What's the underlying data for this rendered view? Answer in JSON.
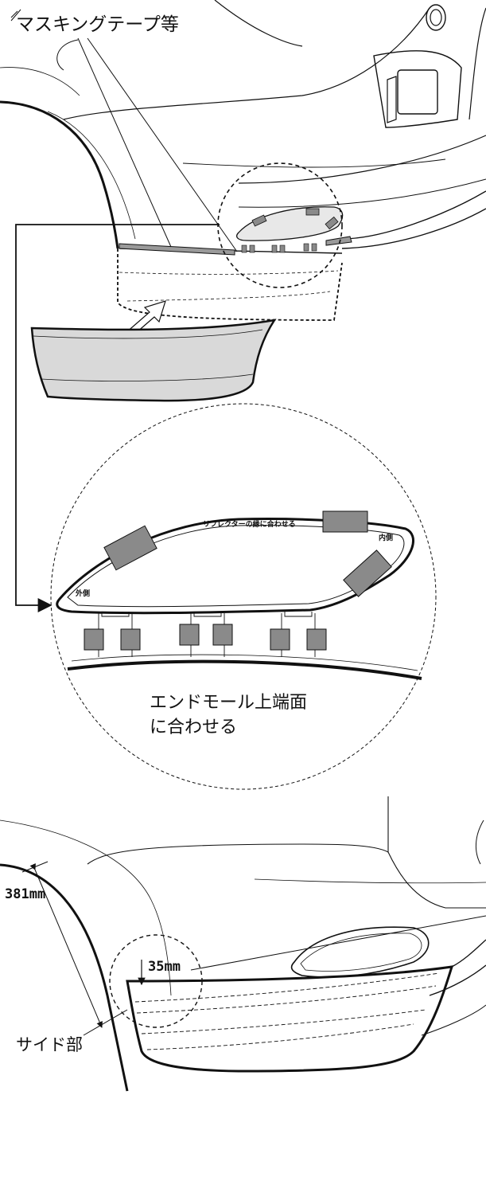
{
  "labels": {
    "masking_tape": "マスキングテープ等",
    "reflector_edge": "リフレクターの縁に合わせる",
    "inner_side": "内側",
    "outer_side": "外側",
    "end_mole_top_line1": "エンドモール上端面",
    "end_mole_top_line2": "に合わせる",
    "side_part": "サイド部"
  },
  "dimensions": {
    "length": "381mm",
    "offset": "35mm"
  },
  "colors": {
    "line": "#111111",
    "tape": "#8a8a8a",
    "tape_light": "#bdbdbd",
    "molding_fill": "#d9d9d9"
  }
}
